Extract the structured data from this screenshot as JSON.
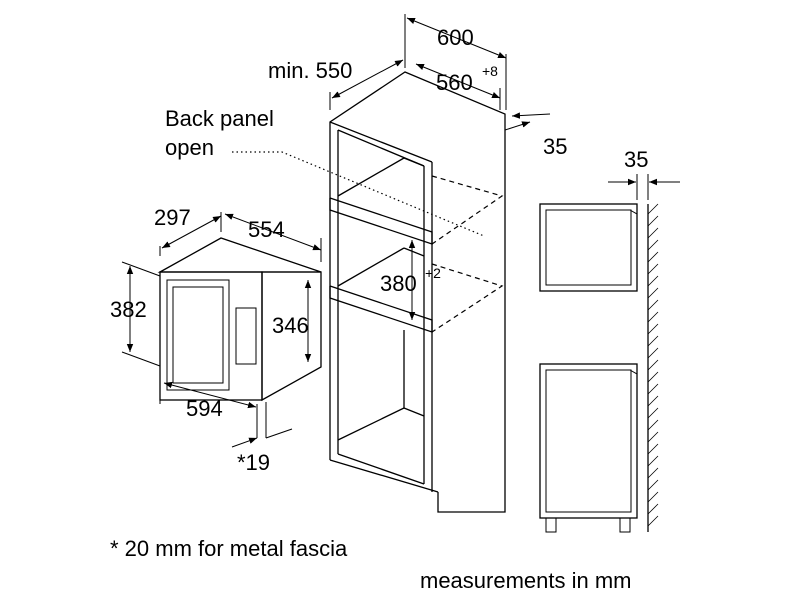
{
  "labels": {
    "d600": "600",
    "min550": "min. 550",
    "d560": "560",
    "d560_tol": "+8",
    "d35_top": "35",
    "back_panel_line1": "Back panel",
    "back_panel_line2": "open",
    "d297": "297",
    "d554": "554",
    "d382": "382",
    "d346": "346",
    "d380": "380",
    "d380_tol": "+2",
    "d594": "594",
    "d19": "*19",
    "d35_side": "35"
  },
  "notes": {
    "fascia": "* 20 mm for metal fascia",
    "units": "measurements in mm"
  }
}
